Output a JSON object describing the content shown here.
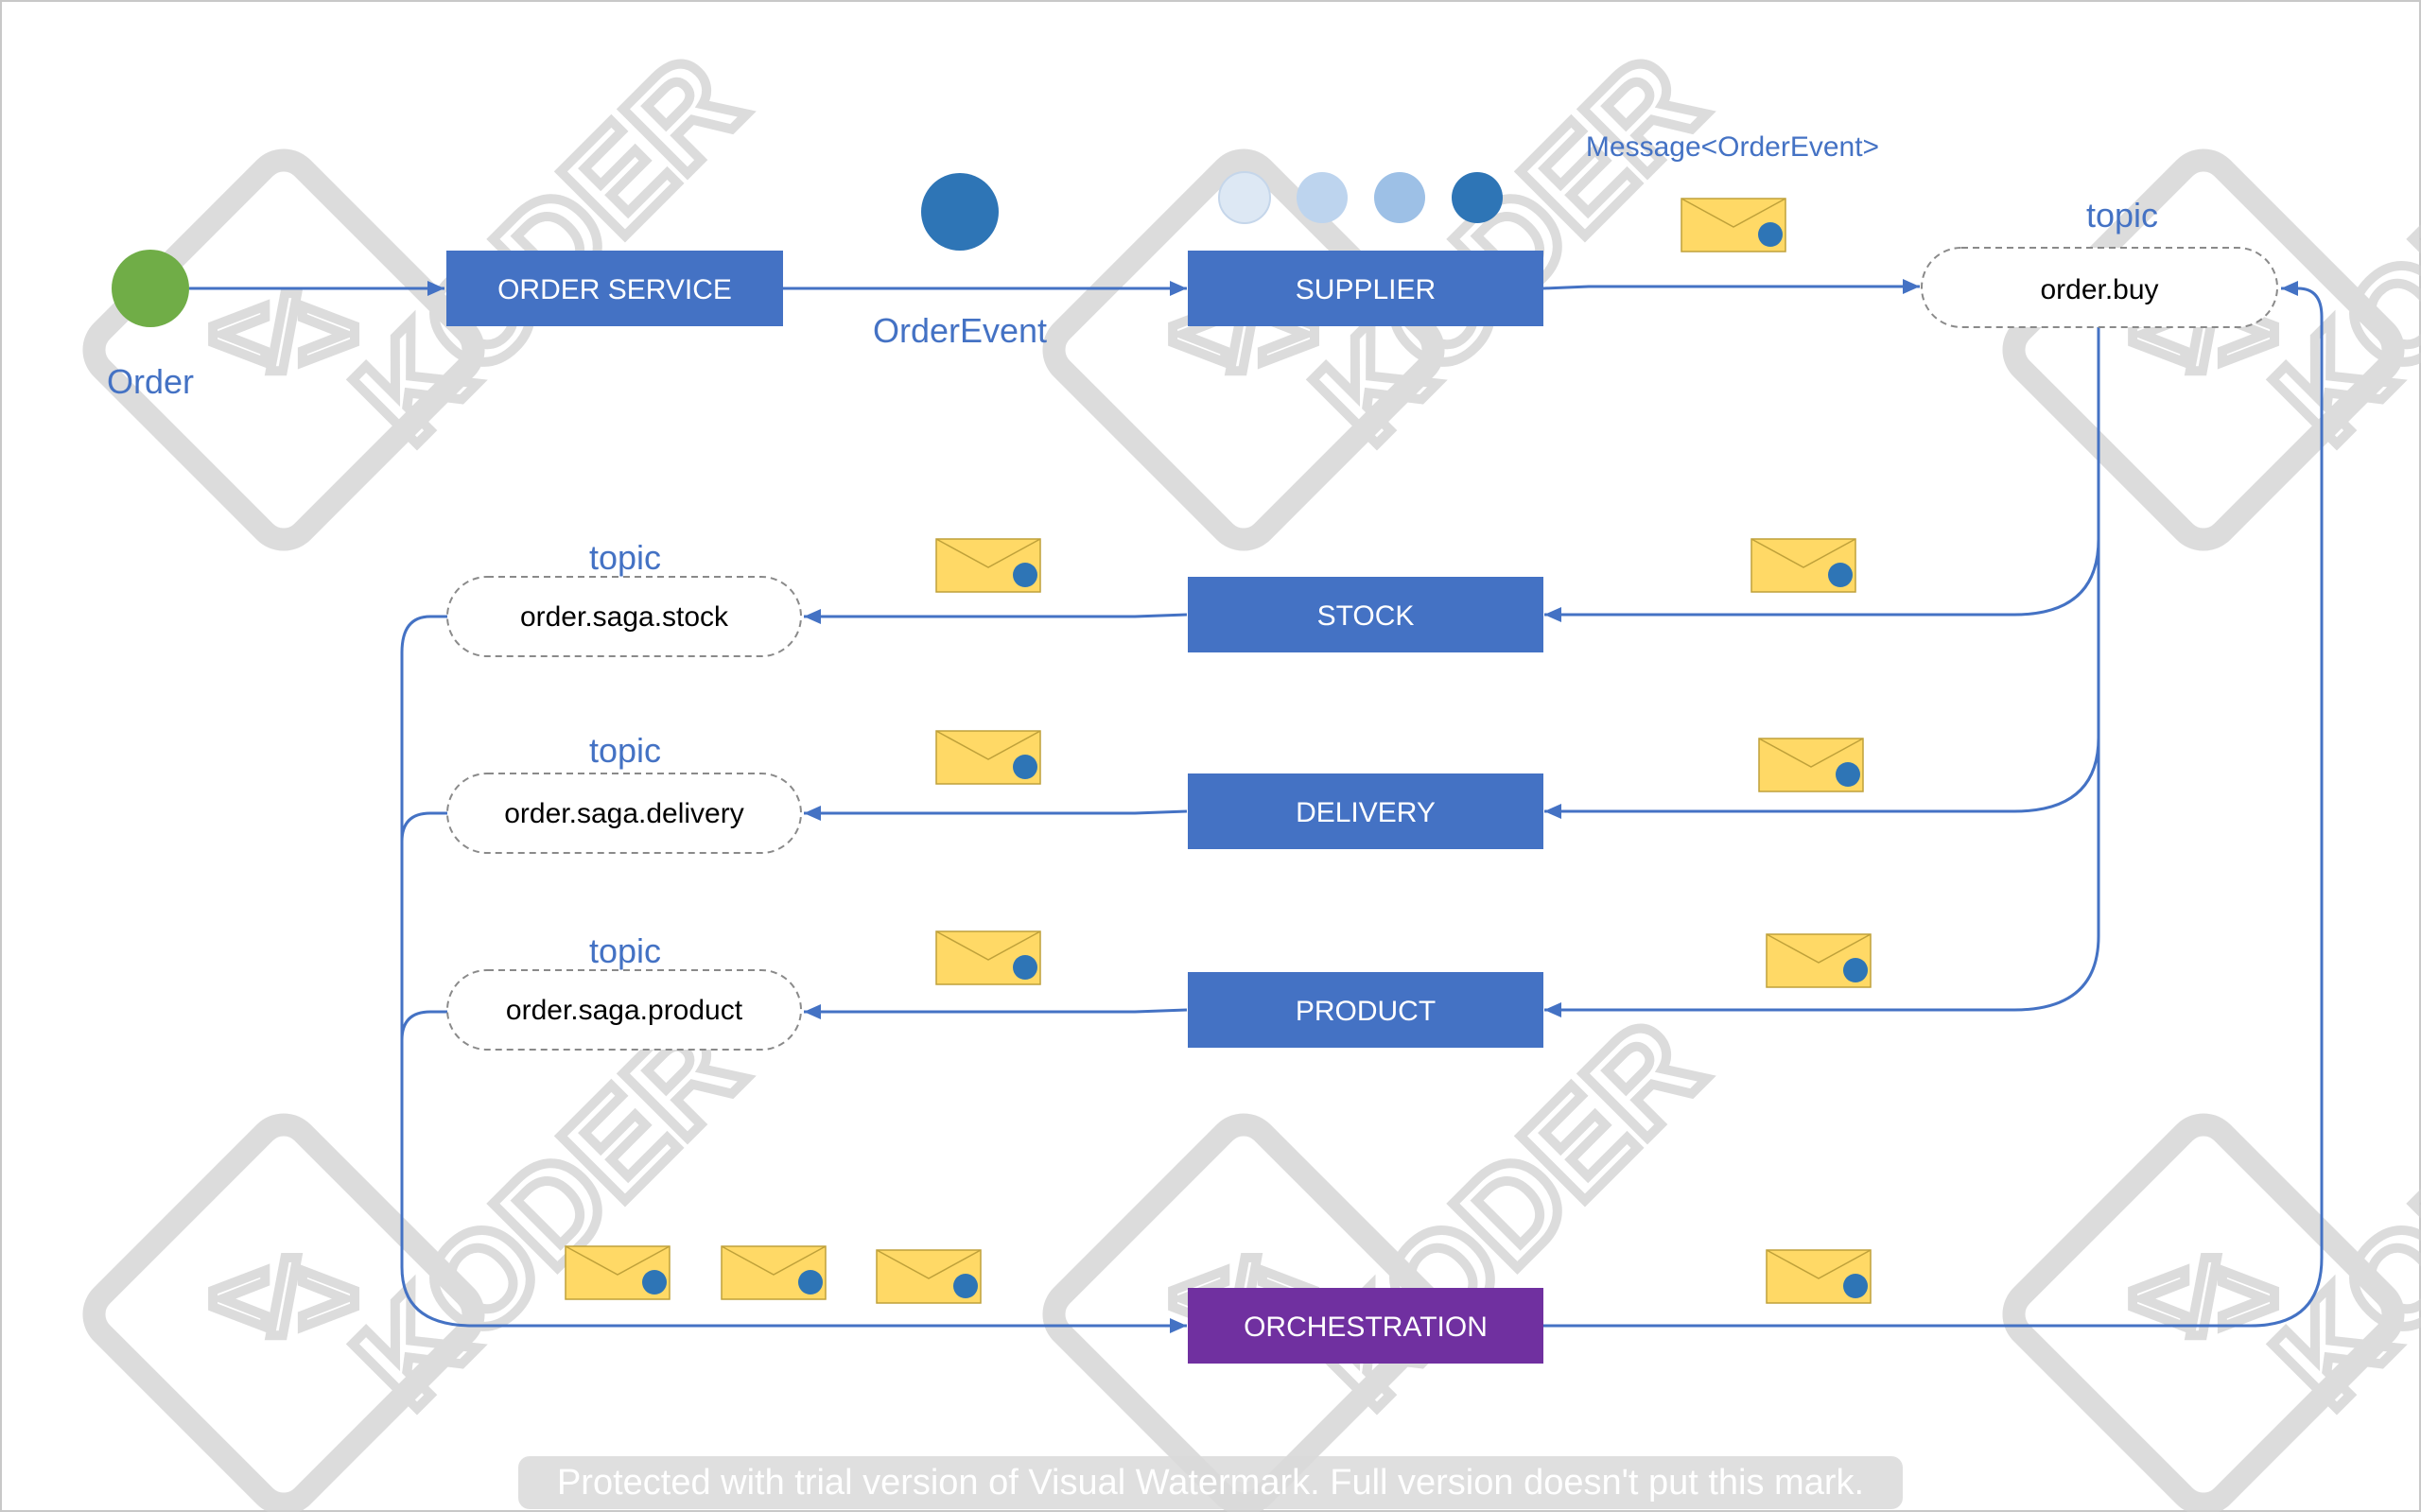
{
  "colors": {
    "service_box": "#4472c4",
    "orchestration_box": "#7030a0",
    "line": "#4472c4",
    "label_blue": "#4472c4",
    "start_circle": "#70ad47",
    "event_dot": "#2e75b6",
    "envelope": "#ffd966",
    "envelope_edge": "#bfa13a",
    "watermark": "#c8c8c8",
    "watermark_accent": "#f4b183"
  },
  "start": {
    "label": "Order"
  },
  "event_label": "OrderEvent",
  "message_label": "Message<OrderEvent>",
  "services": {
    "order_service": "ORDER SERVICE",
    "supplier": "SUPPLIER",
    "stock": "STOCK",
    "delivery": "DELIVERY",
    "product": "PRODUCT",
    "orchestration": "ORCHESTRATION"
  },
  "topics": {
    "order_buy": {
      "caption": "topic",
      "name": "order.buy"
    },
    "saga_stock": {
      "caption": "topic",
      "name": "order.saga.stock"
    },
    "saga_delivery": {
      "caption": "topic",
      "name": "order.saga.delivery"
    },
    "saga_product": {
      "caption": "topic",
      "name": "order.saga.product"
    }
  },
  "watermark_banner": "Protected with trial version of Visual Watermark. Full version doesn't put this mark.",
  "watermark_logo": "KODER"
}
